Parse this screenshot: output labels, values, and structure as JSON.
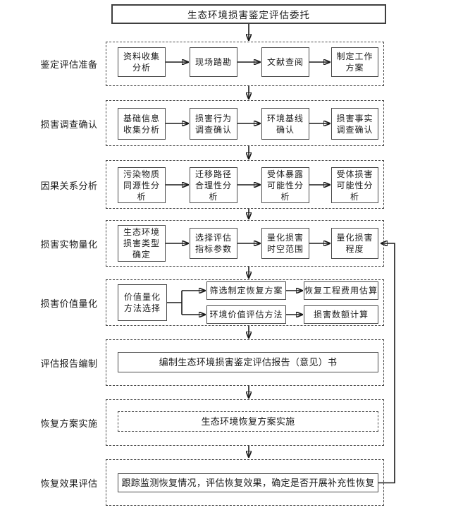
{
  "title": {
    "text": "生态环境损害鉴定评估委托"
  },
  "stages": [
    {
      "label": "鉴定评估准备",
      "boxes": [
        {
          "text": "资料收集\n分析"
        },
        {
          "text": "现场踏勘"
        },
        {
          "text": "文献查阅"
        },
        {
          "text": "制定工作\n方案"
        }
      ]
    },
    {
      "label": "损害调查确认",
      "boxes": [
        {
          "text": "基础信息\n收集分析"
        },
        {
          "text": "损害行为\n调查确认"
        },
        {
          "text": "环境基线\n确认"
        },
        {
          "text": "损害事实\n调查确认"
        }
      ]
    },
    {
      "label": "因果关系分析",
      "boxes": [
        {
          "text": "污染物质\n同源性分\n析"
        },
        {
          "text": "迁移路径\n合理性分\n析"
        },
        {
          "text": "受体暴露\n可能性分\n析"
        },
        {
          "text": "受体损害\n可能性分\n析"
        }
      ]
    },
    {
      "label": "损害实物量化",
      "boxes": [
        {
          "text": "生态环境\n损害类型\n确定"
        },
        {
          "text": "选择评估\n指标参数"
        },
        {
          "text": "量化损害\n时空范围"
        },
        {
          "text": "量化损害\n程度"
        }
      ]
    },
    {
      "label": "损害价值量化",
      "boxes": [
        {
          "text": "价值量化\n方法选择"
        },
        {
          "text": "筛选制定恢复方案"
        },
        {
          "text": "恢复工程费用估算"
        },
        {
          "text": "环境价值评估方法"
        },
        {
          "text": "损害数额计算"
        }
      ]
    },
    {
      "label": "评估报告编制",
      "boxes": [
        {
          "text": "编制生态环境损害鉴定评估报告（意见）书"
        }
      ]
    },
    {
      "label": "恢复方案实施",
      "boxes": [
        {
          "text": "生态环境恢复方案实施"
        }
      ]
    },
    {
      "label": "恢复效果评估",
      "boxes": [
        {
          "text": "跟踪监测恢复情况，评估恢复效果，确定是否开展补充性恢复"
        }
      ]
    }
  ],
  "colors": {
    "ink": "#1a1a1a",
    "box_border": "#4a4a4a",
    "container_border": "#4a4a4a",
    "background": "#ffffff"
  }
}
